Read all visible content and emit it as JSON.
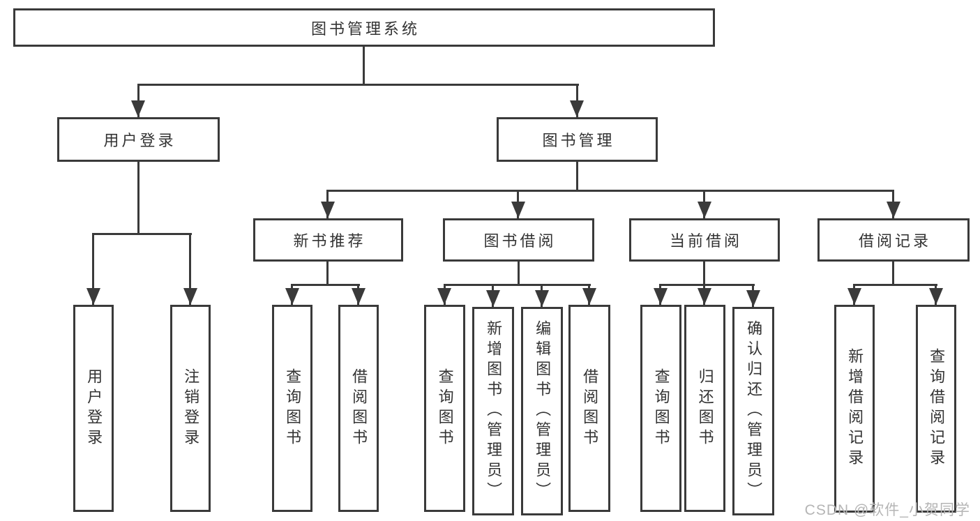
{
  "tree": {
    "label": "图书管理系统",
    "children": [
      {
        "label": "用户登录",
        "children": [
          {
            "label": "用户登录"
          },
          {
            "label": "注销登录"
          }
        ]
      },
      {
        "label": "图书管理",
        "children": [
          {
            "label": "新书推荐",
            "children": [
              {
                "label": "查询图书"
              },
              {
                "label": "借阅图书"
              }
            ]
          },
          {
            "label": "图书借阅",
            "children": [
              {
                "label": "查询图书"
              },
              {
                "label": "新增图书（管理员）"
              },
              {
                "label": "编辑图书（管理员）"
              },
              {
                "label": "借阅图书"
              }
            ]
          },
          {
            "label": "当前借阅",
            "children": [
              {
                "label": "查询图书"
              },
              {
                "label": "归还图书"
              },
              {
                "label": "确认归还（管理员）"
              }
            ]
          },
          {
            "label": "借阅记录",
            "children": [
              {
                "label": "新增借阅记录"
              },
              {
                "label": "查询借阅记录"
              }
            ]
          }
        ]
      }
    ]
  },
  "watermark": "CSDN @软件_小贺同学",
  "colors": {
    "line": "#3a3a3a",
    "text": "#333333",
    "watermark": "#b5b5b5"
  }
}
